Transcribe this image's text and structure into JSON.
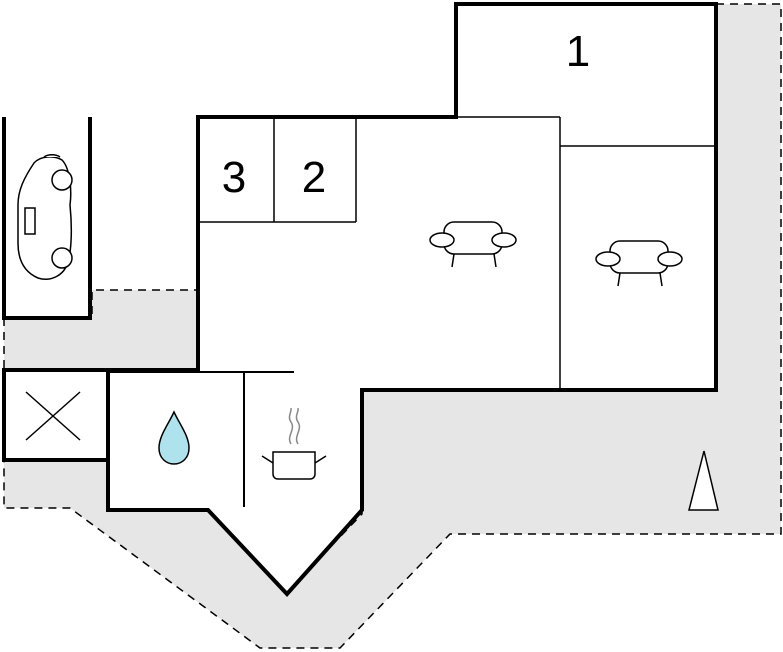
{
  "floor_plan": {
    "room_labels": {
      "room_1": "1",
      "room_2": "2",
      "room_3": "3"
    },
    "symbols": {
      "car": "car-icon",
      "sofa": "sofa-icon",
      "water": "water-drop-icon",
      "kitchen": "cooking-pot-icon",
      "storage": "cross-box-icon",
      "north": "north-arrow-icon"
    },
    "colors": {
      "terrace_fill": "#e6e6e6",
      "wall": "#000000",
      "water_drop": "#aee3ee"
    }
  }
}
